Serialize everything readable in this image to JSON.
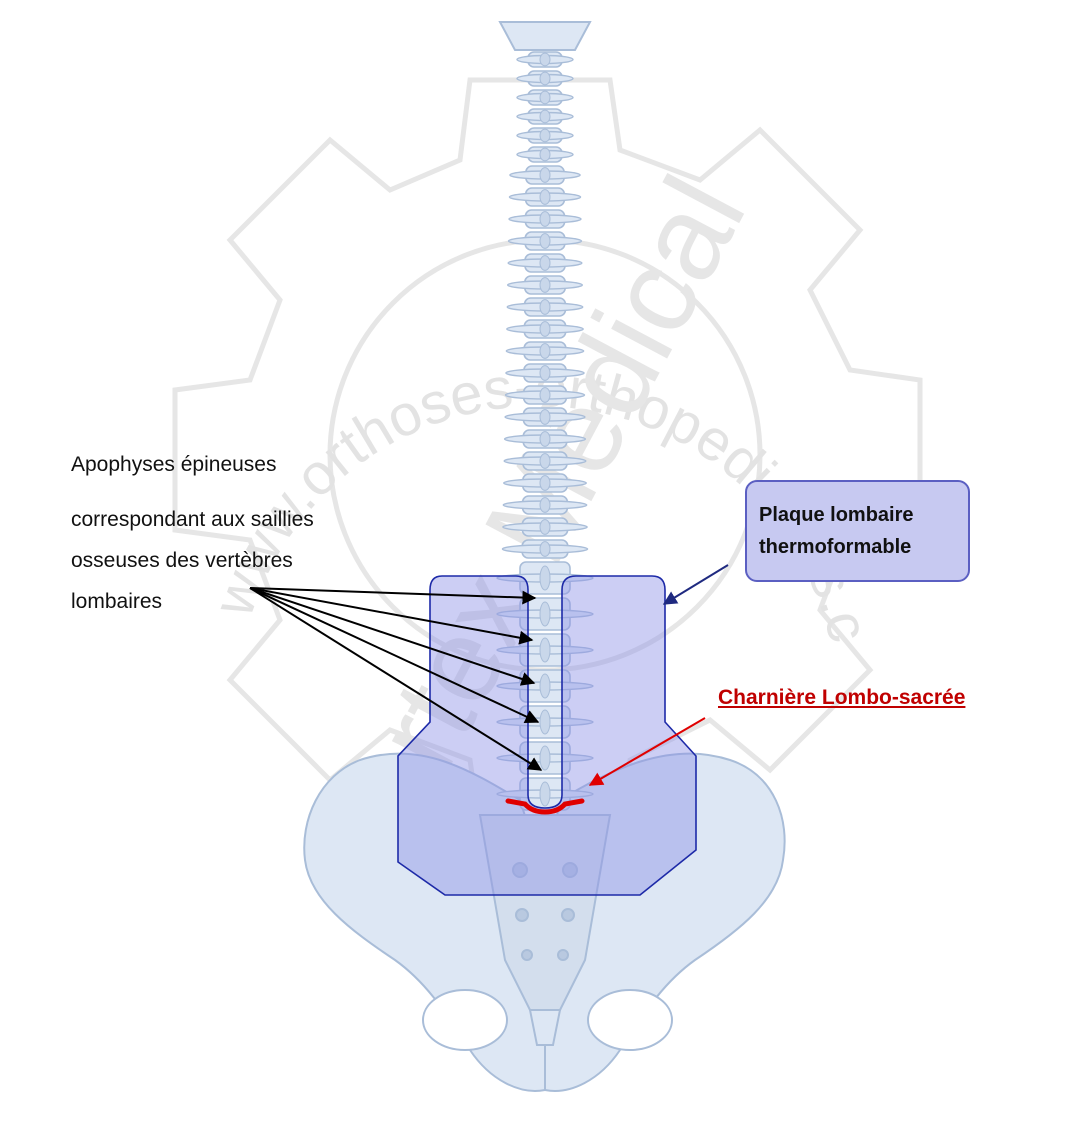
{
  "watermark": {
    "arc_text": "www.orthoses-orthopediques.com",
    "brand_text": "Cortex Médical"
  },
  "labels": {
    "spinous_line1": "Apophyses épineuses",
    "spinous_line2": "correspondant aux saillies",
    "spinous_line3": "osseuses des vertèbres",
    "spinous_line4": "lombaires",
    "plate_line1": "Plaque lombaire",
    "plate_line2": "thermoformable",
    "hinge": "Charnière Lombo-sacrée"
  },
  "colors": {
    "bone_fill": "#dde7f4",
    "bone_stroke": "#a9bdd8",
    "plate_fill": "#8f93e6",
    "plate_stroke": "#1d2aa8",
    "hinge_red": "#e00000",
    "label_red": "#c00000",
    "arrow_black": "#000000",
    "arrow_navy": "#1f2a80",
    "watermark": "#e3e3e3"
  }
}
